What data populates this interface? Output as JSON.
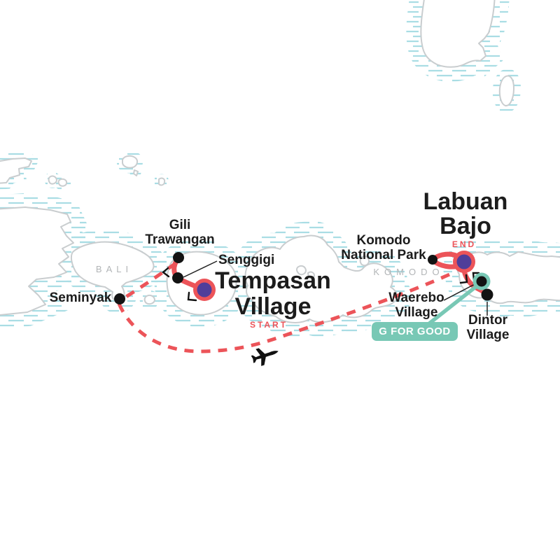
{
  "regions": {
    "bali": "BALI",
    "komodo": "KOMODO"
  },
  "places": {
    "gili_trawangan": {
      "line1": "Gili",
      "line2": "Trawangan"
    },
    "senggigi": {
      "label": "Senggigi"
    },
    "seminyak": {
      "label": "Seminyak"
    },
    "tempasan_village": {
      "line1": "Tempasan",
      "line2": "Village"
    },
    "komodo_national_park": {
      "line1": "Komodo",
      "line2": "National Park"
    },
    "labuan_bajo": {
      "line1": "Labuan",
      "line2": "Bajo"
    },
    "waerebo_village": {
      "line1": "Waerebo",
      "line2": "Village"
    },
    "dintor_village": {
      "line1": "Dintor",
      "line2": "Village"
    }
  },
  "route": {
    "start_label": "START",
    "end_label": "END"
  },
  "badge": {
    "label": "G FOR GOOD"
  },
  "icons": {
    "plane": "airplane-icon"
  },
  "colors": {
    "route_red": "#EC5459",
    "marker_purple": "#4F3E9A",
    "teal": "#78C8B5",
    "coastline_gray": "#C9CDCF",
    "water_hatch_cyan": "#A9DDE4",
    "region_label_gray": "#B2B5B7",
    "text_black": "#1C1C1C",
    "background": "#FFFFFF"
  }
}
